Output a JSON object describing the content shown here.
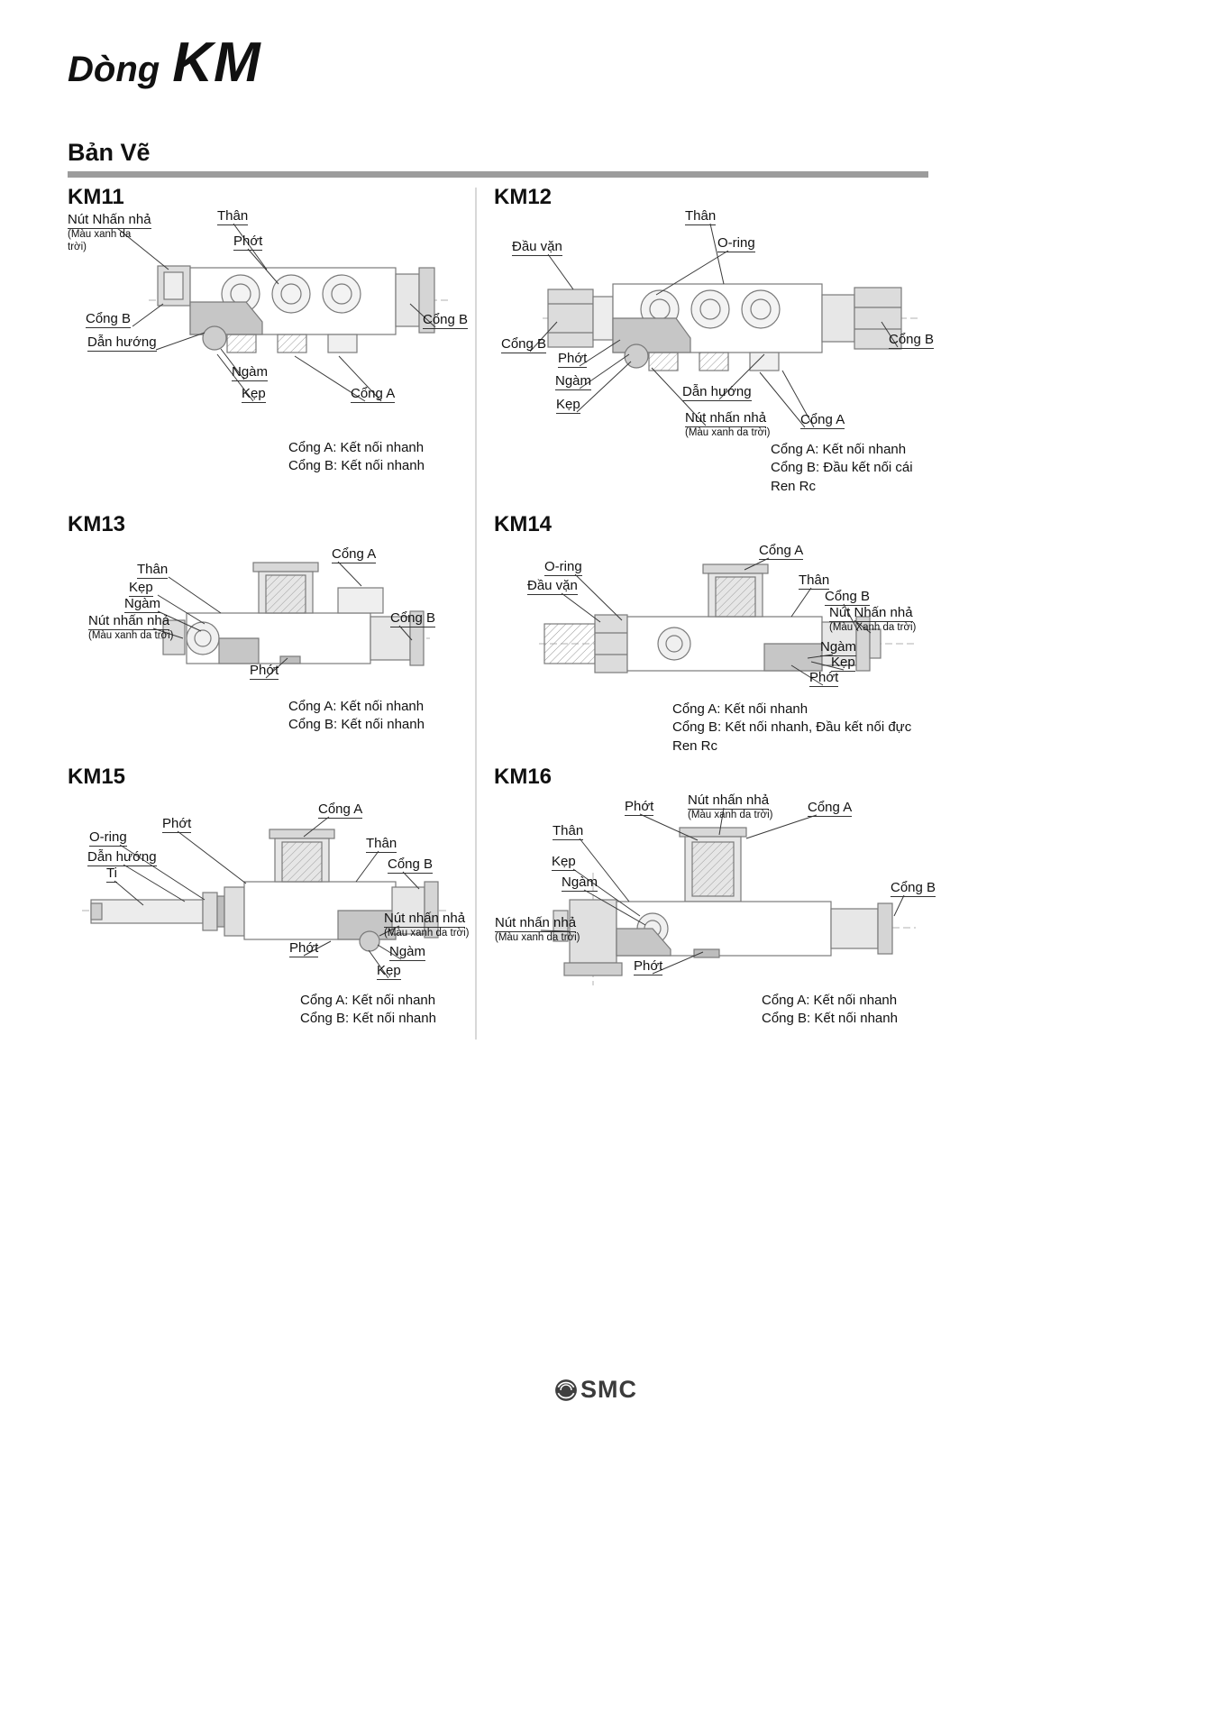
{
  "page": {
    "title_prefix": "Dòng",
    "title_series": "KM",
    "section_title": "Bản Vẽ"
  },
  "figures": {
    "km11": {
      "heading": "KM11",
      "labels": [
        {
          "text": "Nút Nhấn nhả",
          "sub": "(Màu xanh da trời)"
        },
        {
          "text": "Thân"
        },
        {
          "text": "Phớt"
        },
        {
          "text": "Cổng B"
        },
        {
          "text": "Dẫn hướng"
        },
        {
          "text": "Ngàm"
        },
        {
          "text": "Kẹp"
        },
        {
          "text": "Cổng A"
        },
        {
          "text": "Cổng B"
        }
      ],
      "caption_line1": "Cổng A: Kết nối nhanh",
      "caption_line2": "Cổng B: Kết nối nhanh"
    },
    "km12": {
      "heading": "KM12",
      "labels": [
        {
          "text": "Thân"
        },
        {
          "text": "O-ring"
        },
        {
          "text": "Đầu vặn"
        },
        {
          "text": "Cổng B"
        },
        {
          "text": "Phớt"
        },
        {
          "text": "Ngàm"
        },
        {
          "text": "Kẹp"
        },
        {
          "text": "Dẫn hướng"
        },
        {
          "text": "Nút nhấn nhả",
          "sub": "(Màu xanh da trời)"
        },
        {
          "text": "Cổng A"
        },
        {
          "text": "Cổng B"
        }
      ],
      "caption_line1": "Cổng A: Kết nối nhanh",
      "caption_line2": "Cổng B: Đầu kết nối cái Ren Rc"
    },
    "km13": {
      "heading": "KM13",
      "labels": [
        {
          "text": "Cổng A"
        },
        {
          "text": "Thân"
        },
        {
          "text": "Kẹp"
        },
        {
          "text": "Ngàm"
        },
        {
          "text": "Nút nhấn nhả",
          "sub": "(Màu xanh da trời)"
        },
        {
          "text": "Cổng B"
        },
        {
          "text": "Phớt"
        }
      ],
      "caption_line1": "Cổng A: Kết nối nhanh",
      "caption_line2": "Cổng B: Kết nối nhanh"
    },
    "km14": {
      "heading": "KM14",
      "labels": [
        {
          "text": "Cổng A"
        },
        {
          "text": "O-ring"
        },
        {
          "text": "Đầu vặn"
        },
        {
          "text": "Thân"
        },
        {
          "text": "Cổng B"
        },
        {
          "text": "Nút Nhấn nhả",
          "sub": "(Màu Xanh da trời)"
        },
        {
          "text": "Ngàm"
        },
        {
          "text": "Kẹp"
        },
        {
          "text": "Phớt"
        }
      ],
      "caption_line1": "Cổng A: Kết nối nhanh",
      "caption_line2": "Cổng B: Kết nối nhanh, Đầu kết nối đực Ren Rc"
    },
    "km15": {
      "heading": "KM15",
      "labels": [
        {
          "text": "Cổng A"
        },
        {
          "text": "Phớt"
        },
        {
          "text": "O-ring"
        },
        {
          "text": "Dẫn hướng"
        },
        {
          "text": "Ti"
        },
        {
          "text": "Thân"
        },
        {
          "text": "Cổng B"
        },
        {
          "text": "Nút nhấn nhả",
          "sub": "(Màu xanh da trời)"
        },
        {
          "text": "Phớt"
        },
        {
          "text": "Ngàm"
        },
        {
          "text": "Kẹp"
        }
      ],
      "caption_line1": "Cổng A: Kết nối nhanh",
      "caption_line2": "Cổng B: Kết nối nhanh"
    },
    "km16": {
      "heading": "KM16",
      "labels": [
        {
          "text": "Phớt"
        },
        {
          "text": "Nút nhấn nhả",
          "sub": "(Màu xanh da trời)"
        },
        {
          "text": "Cổng A"
        },
        {
          "text": "Thân"
        },
        {
          "text": "Kẹp"
        },
        {
          "text": "Ngàm"
        },
        {
          "text": "Nút nhấn nhả",
          "sub": "(Màu xanh da trời)"
        },
        {
          "text": "Cổng B"
        },
        {
          "text": "Phớt"
        }
      ],
      "caption_line1": "Cổng A: Kết nối nhanh",
      "caption_line2": "Cổng B: Kết nối nhanh"
    }
  },
  "footer": {
    "logo_text": "SMC"
  }
}
